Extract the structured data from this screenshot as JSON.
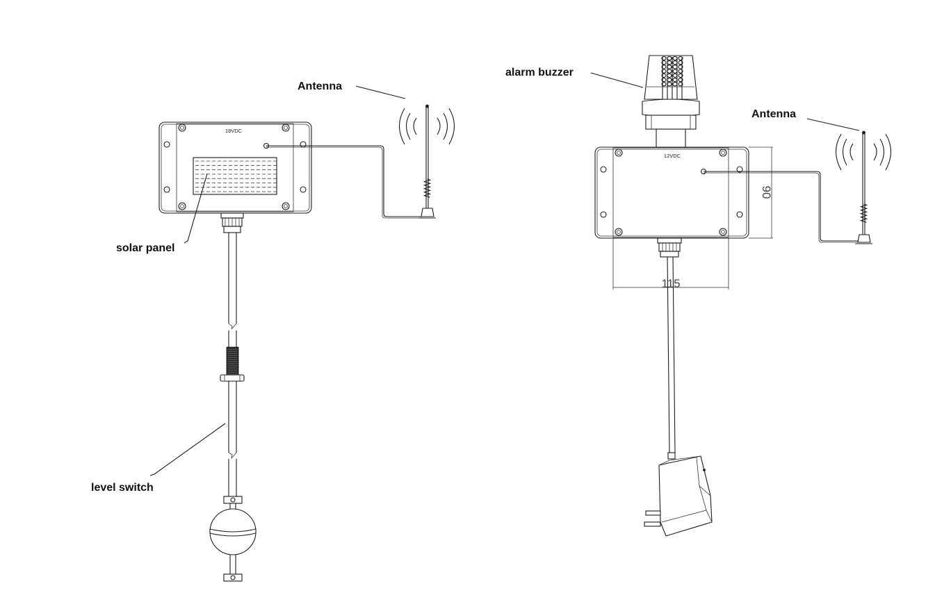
{
  "left_unit": {
    "antenna_label": "Antenna",
    "voltage_label": "18VDC",
    "solar_panel_label": "solar panel",
    "level_switch_label": "level switch"
  },
  "right_unit": {
    "alarm_buzzer_label": "alarm buzzer",
    "antenna_label": "Antenna",
    "voltage_label": "12VDC",
    "dimension_height": "90",
    "dimension_width": "115"
  }
}
